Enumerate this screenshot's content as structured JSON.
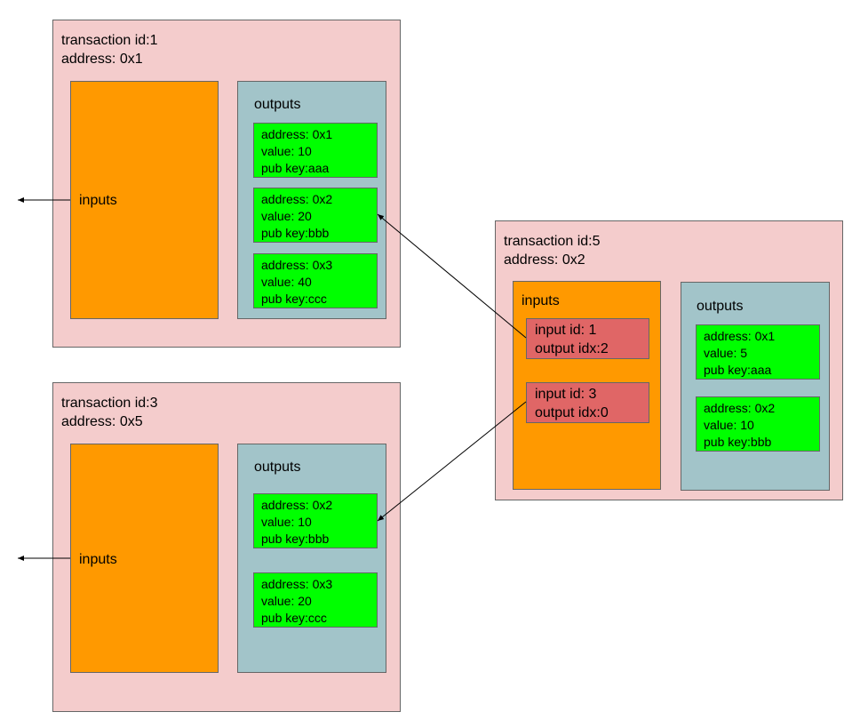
{
  "transactions": [
    {
      "title": "transaction id:1",
      "address": "address: 0x1",
      "inputs_label": "inputs",
      "outputs_label": "outputs",
      "outputs": [
        {
          "address": "address: 0x1",
          "value": "value: 10",
          "pubkey": "pub key:aaa"
        },
        {
          "address": "address: 0x2",
          "value": "value: 20",
          "pubkey": "pub key:bbb"
        },
        {
          "address": "address: 0x3",
          "value": "value: 40",
          "pubkey": "pub key:ccc"
        }
      ]
    },
    {
      "title": "transaction id:3",
      "address": "address: 0x5",
      "inputs_label": "inputs",
      "outputs_label": "outputs",
      "outputs": [
        {
          "address": "address: 0x2",
          "value": "value: 10",
          "pubkey": "pub key:bbb"
        },
        {
          "address": "address: 0x3",
          "value": "value: 20",
          "pubkey": "pub key:ccc"
        }
      ]
    },
    {
      "title": "transaction id:5",
      "address": "address: 0x2",
      "inputs_label": "inputs",
      "outputs_label": "outputs",
      "inputs": [
        {
          "input_id": "input id: 1",
          "output_idx": "output idx:2"
        },
        {
          "input_id": "input id: 3",
          "output_idx": "output idx:0"
        }
      ],
      "outputs": [
        {
          "address": "address: 0x1",
          "value": "value: 5",
          "pubkey": "pub key:aaa"
        },
        {
          "address": "address: 0x2",
          "value": "value: 10",
          "pubkey": "pub key:bbb"
        }
      ]
    }
  ],
  "colors": {
    "transaction_bg": "#f4cccc",
    "inputs_bg": "#ff9900",
    "outputs_bg": "#a2c4c9",
    "output_item_bg": "#00ff00",
    "input_item_bg": "#e06666",
    "border": "#666666"
  }
}
